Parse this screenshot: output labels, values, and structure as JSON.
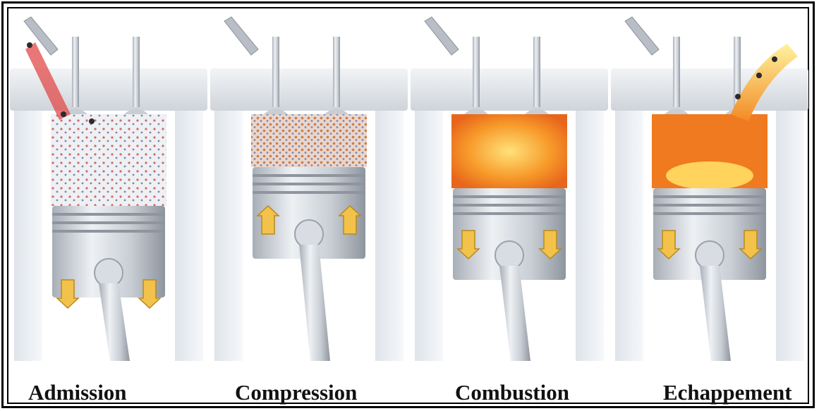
{
  "stages": [
    {
      "label": "Admission",
      "arrow_direction": "down",
      "piston_level": "bottom",
      "chamber_fill": "fuel-air-mixture"
    },
    {
      "label": "Compression",
      "arrow_direction": "up",
      "piston_level": "top",
      "chamber_fill": "compressed-mixture"
    },
    {
      "label": "Combustion",
      "arrow_direction": "down",
      "piston_level": "middle",
      "chamber_fill": "burning-mixture"
    },
    {
      "label": "Echappement",
      "arrow_direction": "down",
      "piston_level": "middle",
      "chamber_fill": "exhaust-gas"
    }
  ],
  "colors": {
    "metal_light": "#e6e9ee",
    "metal_mid": "#c4c9d1",
    "metal_dark": "#8d939c",
    "arrow": "#f2c24b",
    "flame": "#f07a1f",
    "flame_light": "#ffd35c",
    "fuel": "#e14a4a",
    "frame": "#000000"
  }
}
